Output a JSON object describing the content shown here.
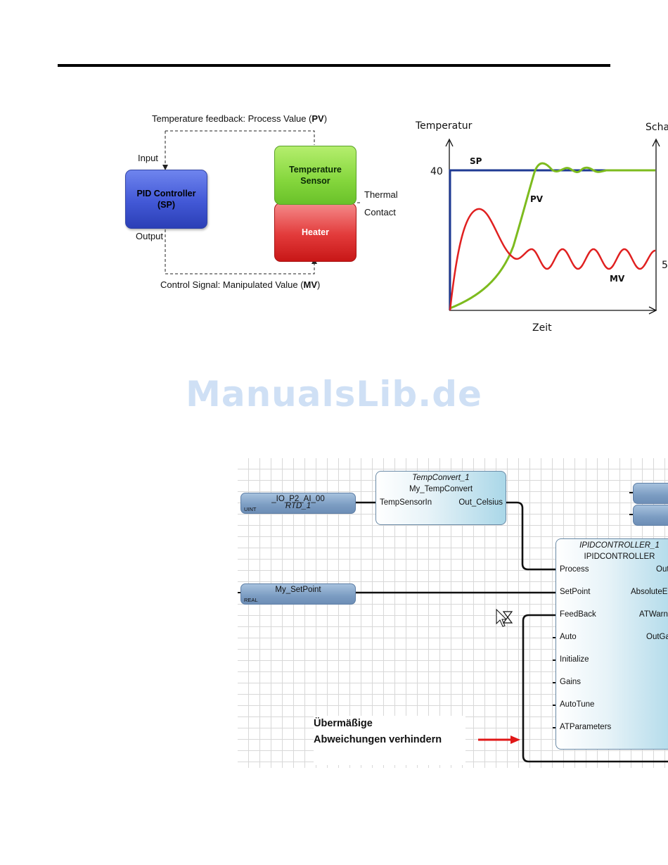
{
  "loop_diagram": {
    "feedback_label_prefix": "Temperature feedback: Process Value (",
    "feedback_label_abbr": "PV",
    "feedback_label_suffix": ")",
    "input_label": "Input",
    "output_label": "Output",
    "pid_box_line1": "PID Controller",
    "pid_box_line2": "(SP)",
    "sensor_line1": "Temperature",
    "sensor_line2": "Sensor",
    "heater_label": "Heater",
    "thermal_line1": "Thermal",
    "thermal_line2": "Contact",
    "control_label_prefix": "Control Signal: Manipulated Value (",
    "control_label_abbr": "MV",
    "control_label_suffix": ")"
  },
  "chart_data": {
    "type": "line",
    "title": "",
    "ylabel": "Temperatur",
    "y2label": "Scha",
    "xlabel": "Zeit",
    "y_tick": "40",
    "y2_tick": "5",
    "series": [
      {
        "name": "SP",
        "color": "#1f3a93"
      },
      {
        "name": "PV",
        "color": "#7dbb1e"
      },
      {
        "name": "MV",
        "color": "#e02020"
      }
    ]
  },
  "watermark": "ManualsLib.de",
  "fbd": {
    "var_rtd_name": "_IO_P2_AI_00",
    "var_rtd_sub": "RTD_1",
    "var_rtd_type": "UINT",
    "var_sp_name": "My_SetPoint",
    "var_sp_type": "REAL",
    "tc_instance": "TempConvert_1",
    "tc_type": "My_TempConvert",
    "tc_in": "TempSensorIn",
    "tc_out": "Out_Celsius",
    "pid_instance": "IPIDCONTROLLER_1",
    "pid_type": "IPIDCONTROLLER",
    "pid_inputs": [
      "Process",
      "SetPoint",
      "FeedBack",
      "Auto",
      "Initialize",
      "Gains",
      "AutoTune",
      "ATParameters"
    ],
    "pid_outputs": [
      "Out",
      "AbsoluteE",
      "ATWarn",
      "OutGa"
    ]
  },
  "annotation": {
    "line1": "Übermäßige",
    "line2": "Abweichungen verhindern"
  }
}
